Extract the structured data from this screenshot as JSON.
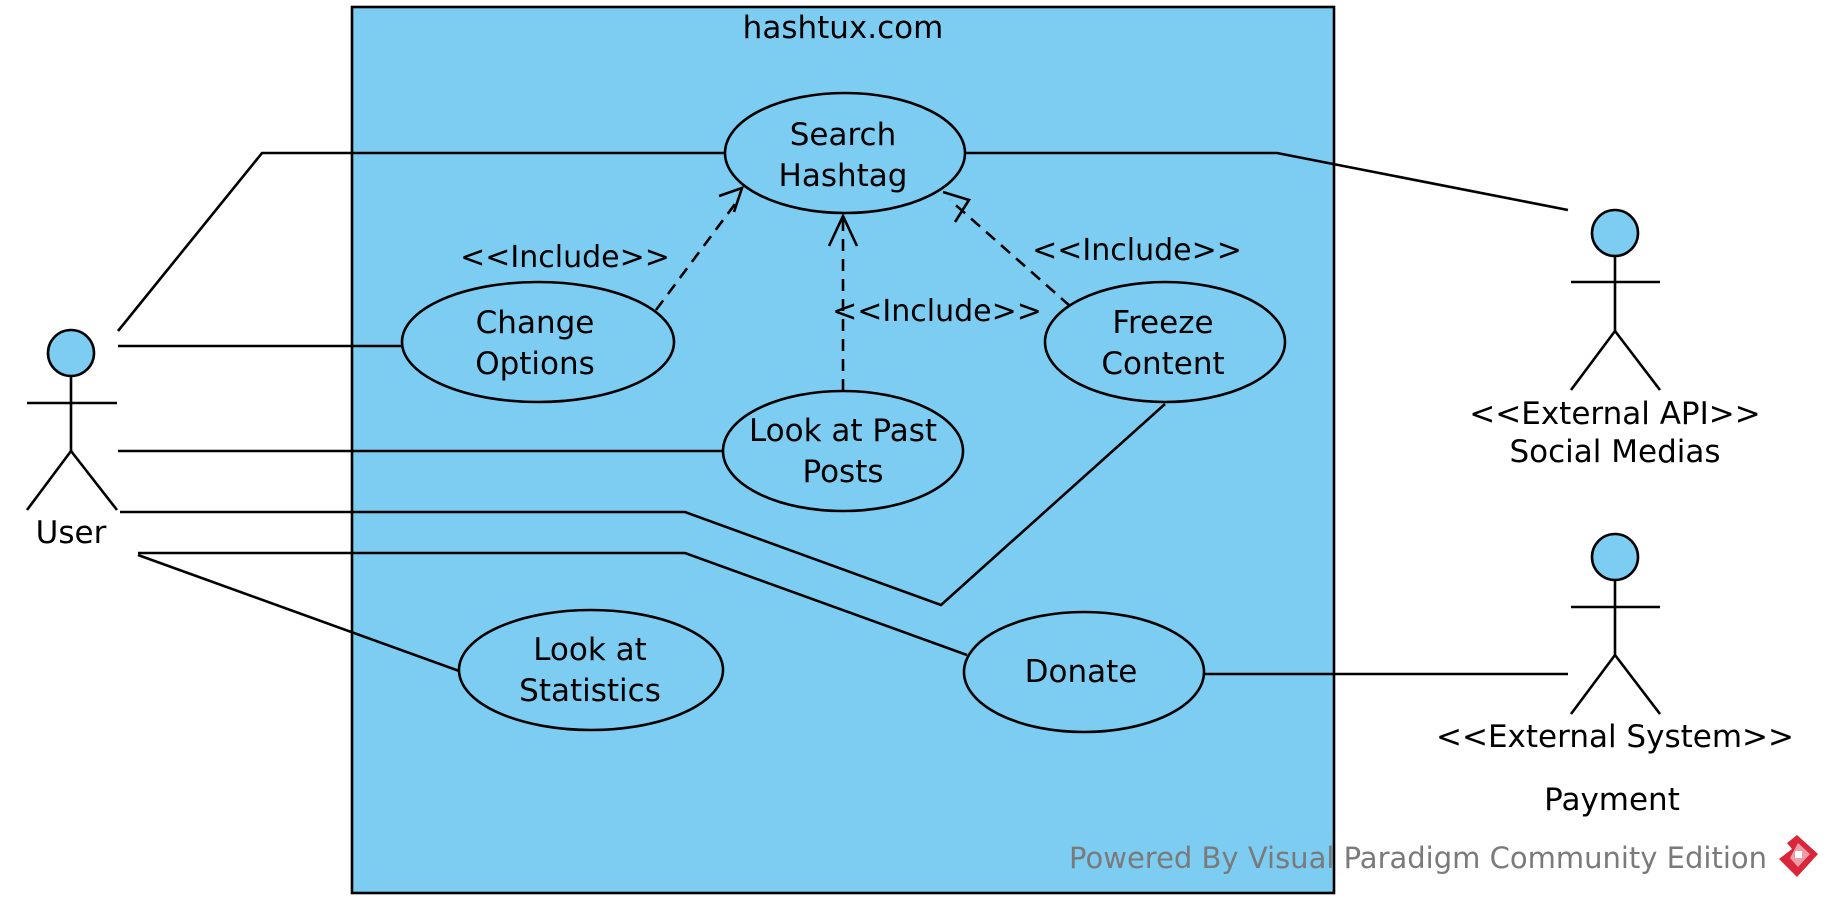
{
  "colors": {
    "fill": "#7DCDF3",
    "line": "#000000",
    "watermark": "#7A7A7A",
    "logo": "#D9263A"
  },
  "system": {
    "title": "hashtux.com"
  },
  "usecases": {
    "search": [
      "Search",
      "Hashtag"
    ],
    "change": [
      "Change",
      "Options"
    ],
    "past": [
      "Look at Past",
      "Posts"
    ],
    "freeze": [
      "Freeze",
      "Content"
    ],
    "stats": [
      "Look at",
      "Statistics"
    ],
    "donate": [
      "Donate"
    ]
  },
  "relations": {
    "include1": "<<Include>>",
    "include2": "<<Include>>",
    "include3": "<<Include>>"
  },
  "actors": {
    "user": {
      "label": "User"
    },
    "social": {
      "stereotype": "<<External API>>",
      "label": "Social Medias"
    },
    "payment": {
      "stereotype": "<<External System>>",
      "label": "Payment"
    }
  },
  "watermark": {
    "text": "Powered By Visual Paradigm Community Edition",
    "icon": "visual-paradigm-logo-icon"
  }
}
